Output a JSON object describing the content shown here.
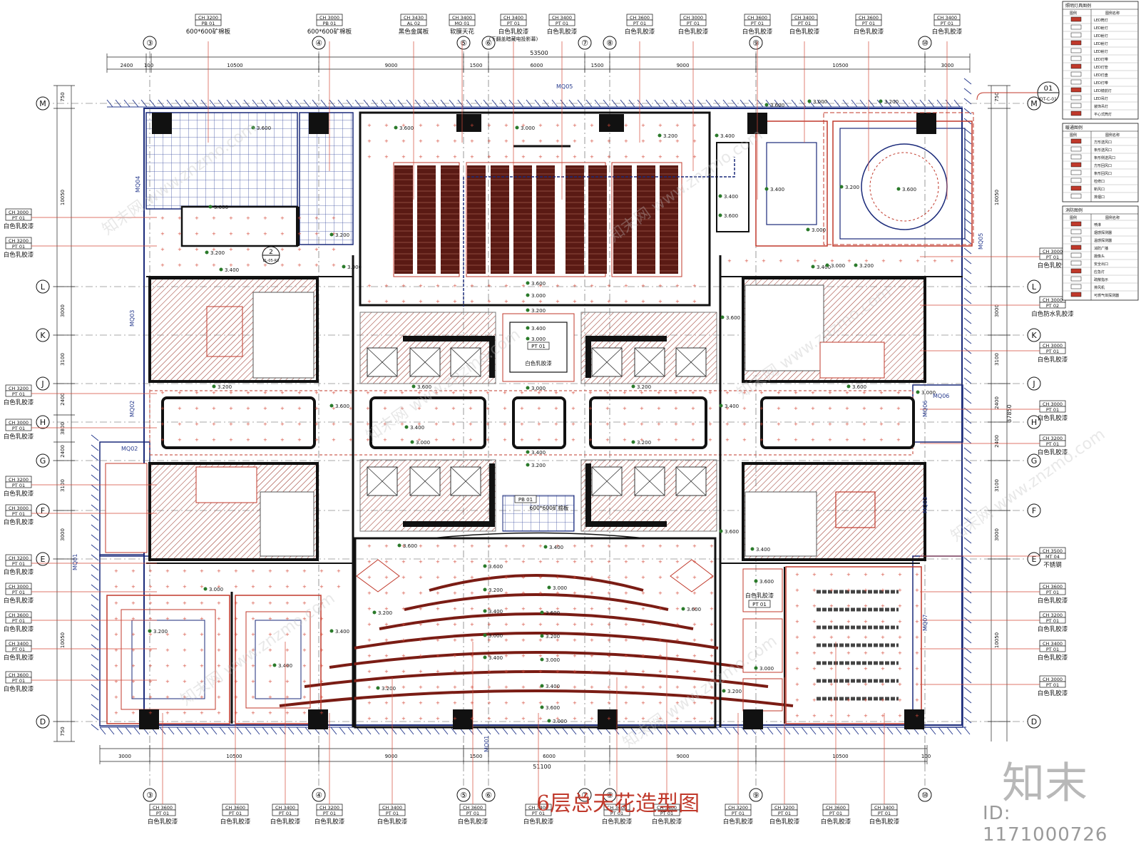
{
  "drawing_title": "6层总天花造型图",
  "id_text": "ID: 1171000726",
  "logo_text": "知末",
  "watermark": "知末网 www.znzmo.com",
  "top_axes": [
    "③",
    "④",
    "⑤",
    "⑥",
    "⑦",
    "⑧",
    "⑨",
    "⑩"
  ],
  "bottom_axes": [
    "③",
    "④",
    "⑤",
    "⑥",
    "⑦",
    "⑧",
    "⑨",
    "⑩"
  ],
  "side_axes": [
    "M",
    "L",
    "K",
    "J",
    "H",
    "G",
    "F",
    "E",
    "D"
  ],
  "top_total": "53500",
  "bottom_total": "51100",
  "right_total": "37850",
  "top_dims": [
    "2400",
    "100",
    "10500",
    "9000",
    "1500",
    "6000",
    "1500",
    "9000",
    "10500",
    "3000"
  ],
  "bottom_dims": [
    "3000",
    "10500",
    "9000",
    "1500",
    "6000",
    "9000",
    "10500",
    "100"
  ],
  "left_dims": [
    "750",
    "10050",
    "3000",
    "3100",
    "2400",
    "3800",
    "2400",
    "3100",
    "3000",
    "10050",
    "750"
  ],
  "right_dims": [
    "750",
    "10050",
    "3000",
    "3100",
    "2400",
    "2400",
    "3100",
    "3000",
    "10050"
  ],
  "top_tags": [
    {
      "code": "CH 3200",
      "sub": "PB 01",
      "text": "600*600矿棉板"
    },
    {
      "code": "CH 3000",
      "sub": "PB 01",
      "text": "600*600矿棉板"
    },
    {
      "code": "CH 3430",
      "sub": "AL 02",
      "text": "黑色金属板"
    },
    {
      "code": "CH 3400",
      "sub": "MO 01",
      "text": "软膜天花"
    },
    {
      "code": "CH 3400",
      "sub": "PT 01",
      "text": "白色乳胶漆",
      "note": "(下翻盖暗藏电投影幕)"
    },
    {
      "code": "CH 3400",
      "sub": "PT 01",
      "text": "白色乳胶漆"
    },
    {
      "code": "CH 3600",
      "sub": "PT 01",
      "text": "白色乳胶漆"
    },
    {
      "code": "CH 3000",
      "sub": "PT 01",
      "text": "白色乳胶漆"
    },
    {
      "code": "CH 3600",
      "sub": "PT 01",
      "text": "白色乳胶漆"
    },
    {
      "code": "CH 3400",
      "sub": "PT 01",
      "text": "白色乳胶漆"
    },
    {
      "code": "CH 3600",
      "sub": "PT 01",
      "text": "白色乳胶漆"
    },
    {
      "code": "CH 3400",
      "sub": "PT 01",
      "text": "白色乳胶漆"
    }
  ],
  "left_tags": [
    {
      "code": "CH 3000",
      "sub": "PT 01",
      "text": "白色乳胶漆"
    },
    {
      "code": "CH 3200",
      "sub": "PT 01",
      "text": "白色乳胶漆"
    },
    {
      "code": "CH 3200",
      "sub": "PT 01",
      "text": "白色乳胶漆"
    },
    {
      "code": "CH 3000",
      "sub": "PT 01",
      "text": "白色乳胶漆"
    },
    {
      "code": "CH 3200",
      "sub": "PT 01",
      "text": "白色乳胶漆"
    },
    {
      "code": "CH 3000",
      "sub": "PT 01",
      "text": "白色乳胶漆"
    },
    {
      "code": "CH 3200",
      "sub": "PT 01",
      "text": "白色乳胶漆"
    },
    {
      "code": "CH 3000",
      "sub": "PT 01",
      "text": "白色乳胶漆"
    },
    {
      "code": "CH 3600",
      "sub": "PT 01",
      "text": "白色乳胶漆"
    },
    {
      "code": "CH 3400",
      "sub": "PT 01",
      "text": "白色乳胶漆"
    },
    {
      "code": "CH 3600",
      "sub": "PT 01",
      "text": "白色乳胶漆"
    }
  ],
  "right_tags": [
    {
      "code": "CH 3000",
      "sub": "PT 01",
      "text": "白色乳胶漆"
    },
    {
      "code": "CH 3000",
      "sub": "PT 02",
      "text": "白色防水乳胶漆"
    },
    {
      "code": "CH 3000",
      "sub": "PT 01",
      "text": "白色乳胶漆"
    },
    {
      "code": "CH 3000",
      "sub": "PT 01",
      "text": "白色乳胶漆"
    },
    {
      "code": "CH 3200",
      "sub": "PT 01",
      "text": "白色乳胶漆"
    },
    {
      "code": "CH 3500",
      "sub": "MT 04",
      "text": "不锈钢"
    },
    {
      "code": "CH 3600",
      "sub": "PT 01",
      "text": "白色乳胶漆"
    },
    {
      "code": "CH 3200",
      "sub": "PT 01",
      "text": "白色乳胶漆"
    },
    {
      "code": "CH 3400",
      "sub": "PT 01",
      "text": "白色乳胶漆"
    },
    {
      "code": "CH 3000",
      "sub": "PT 01",
      "text": "白色乳胶漆"
    }
  ],
  "bottom_tags": [
    {
      "code": "CH 3600",
      "sub": "PT 01",
      "text": "白色乳胶漆"
    },
    {
      "code": "CH 3600",
      "sub": "PT 01",
      "text": "白色乳胶漆"
    },
    {
      "code": "CH 3400",
      "sub": "PT 01",
      "text": "白色乳胶漆"
    },
    {
      "code": "CH 3200",
      "sub": "PT 01",
      "text": "白色乳胶漆"
    },
    {
      "code": "CH 3400",
      "sub": "PT 01",
      "text": "白色乳胶漆"
    },
    {
      "code": "CH 3600",
      "sub": "PT 01",
      "text": "白色乳胶漆"
    },
    {
      "code": "CH 3400",
      "sub": "PT 01",
      "text": "白色乳胶漆"
    },
    {
      "code": "CH 3600",
      "sub": "PT 01",
      "text": "白色乳胶漆"
    },
    {
      "code": "CH 3400",
      "sub": "PT 01",
      "text": "白色乳胶漆"
    },
    {
      "code": "CH 3200",
      "sub": "PT 01",
      "text": "白色乳胶漆"
    },
    {
      "code": "CH 3200",
      "sub": "PT 01",
      "text": "白色乳胶漆"
    },
    {
      "code": "CH 3600",
      "sub": "PT 01",
      "text": "白色乳胶漆"
    },
    {
      "code": "CH 3400",
      "sub": "PT 01",
      "text": "白色乳胶漆"
    }
  ],
  "inner_tags": [
    {
      "code": "PT 01",
      "text": "白色乳胶漆"
    },
    {
      "code": "PB 01",
      "text": "600*600矿棉板"
    },
    {
      "code": "PT 01",
      "text": "白色乳胶漆"
    }
  ],
  "wall_labels": [
    "MQ05",
    "MQ05",
    "MQ04",
    "MQ03",
    "MQ02",
    "MQ02",
    "MQ01",
    "MQ01",
    "MQ06",
    "MQ06",
    "MQ03",
    "MQ07"
  ],
  "detail_ref": {
    "num": "01",
    "sheet": "DT-C-01"
  },
  "section_ref": {
    "num": "2",
    "sheet": "EL-05-R3"
  },
  "levels": [
    "3.600",
    "3.000",
    "3.200",
    "3.400",
    "3.600",
    "3.000",
    "3.200",
    "3.400",
    "3.000",
    "3.200",
    "3.600",
    "3.400"
  ],
  "legend": {
    "lighting_title": "照明灯具图例",
    "lighting_items": [
      "LED筒灯",
      "LED射灯",
      "LED射灯",
      "LED射灯",
      "LED射灯",
      "LED灯带",
      "LED灯管",
      "LED灯盘",
      "LED灯带",
      "LED镜前灯",
      "LED吊灯",
      "装饰吊灯",
      "平心式筒灯"
    ],
    "hvac_title": "暖通图例",
    "hvac_items": [
      "方形送风口",
      "条形送风口",
      "条形侧送风口",
      "方形回风口",
      "条形回风口",
      "检修口",
      "新风口",
      "排烟口"
    ],
    "fire_title": "消防图例",
    "fire_items": [
      "喷淋",
      "烟感探测器",
      "温感探测器",
      "消防广播",
      "摄像头",
      "安全出口",
      "应急灯",
      "疏散指示",
      "排风机",
      "可燃气体探测器"
    ],
    "col_symbol": "图例",
    "col_name": "图例名称"
  },
  "colors": {
    "accent": "#c0392b",
    "line_red": "#d44a3a",
    "cad_blue": "#2a3d8f",
    "wall_black": "#111111",
    "hatch": "#8b2a22",
    "text": "#222222"
  }
}
